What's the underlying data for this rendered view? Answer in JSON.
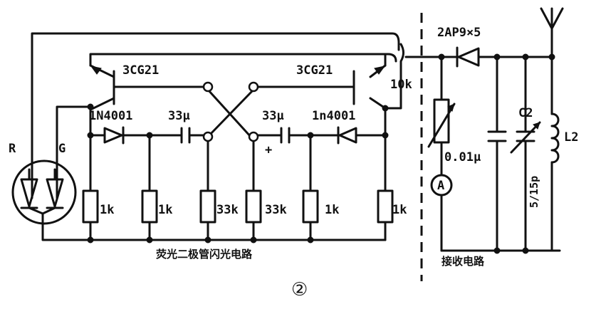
{
  "labels": {
    "led_r": "R",
    "led_g": "G",
    "q_left": "3CG21",
    "q_right": "3CG21",
    "d_left": "1N4001",
    "d_right": "1n4001",
    "c_left": "33μ",
    "c_right": "33μ",
    "r_10k": "10k",
    "r1": "1k",
    "r2": "1k",
    "r3": "33k",
    "r4": "33k",
    "r5": "1k",
    "r6": "1k",
    "plus": "+",
    "det_diode": "2AP9×5",
    "cap_001": "0.01μ",
    "c2": "C2",
    "c2_value": "5/15p",
    "l2": "L2",
    "ammeter": "A"
  },
  "captions": {
    "flasher": "荧光二极管闪光电路",
    "receiver": "接收电路",
    "figure_number": "②"
  }
}
